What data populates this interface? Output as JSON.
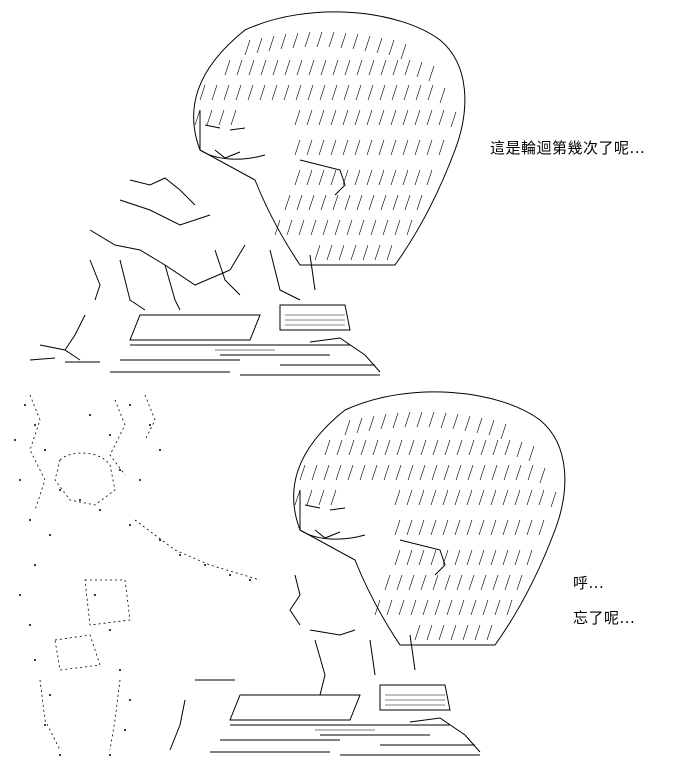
{
  "panels": [
    {
      "caption": "這是輪迴第幾次了呢..."
    },
    {
      "captions": [
        "呼...",
        "忘了呢..."
      ]
    }
  ]
}
